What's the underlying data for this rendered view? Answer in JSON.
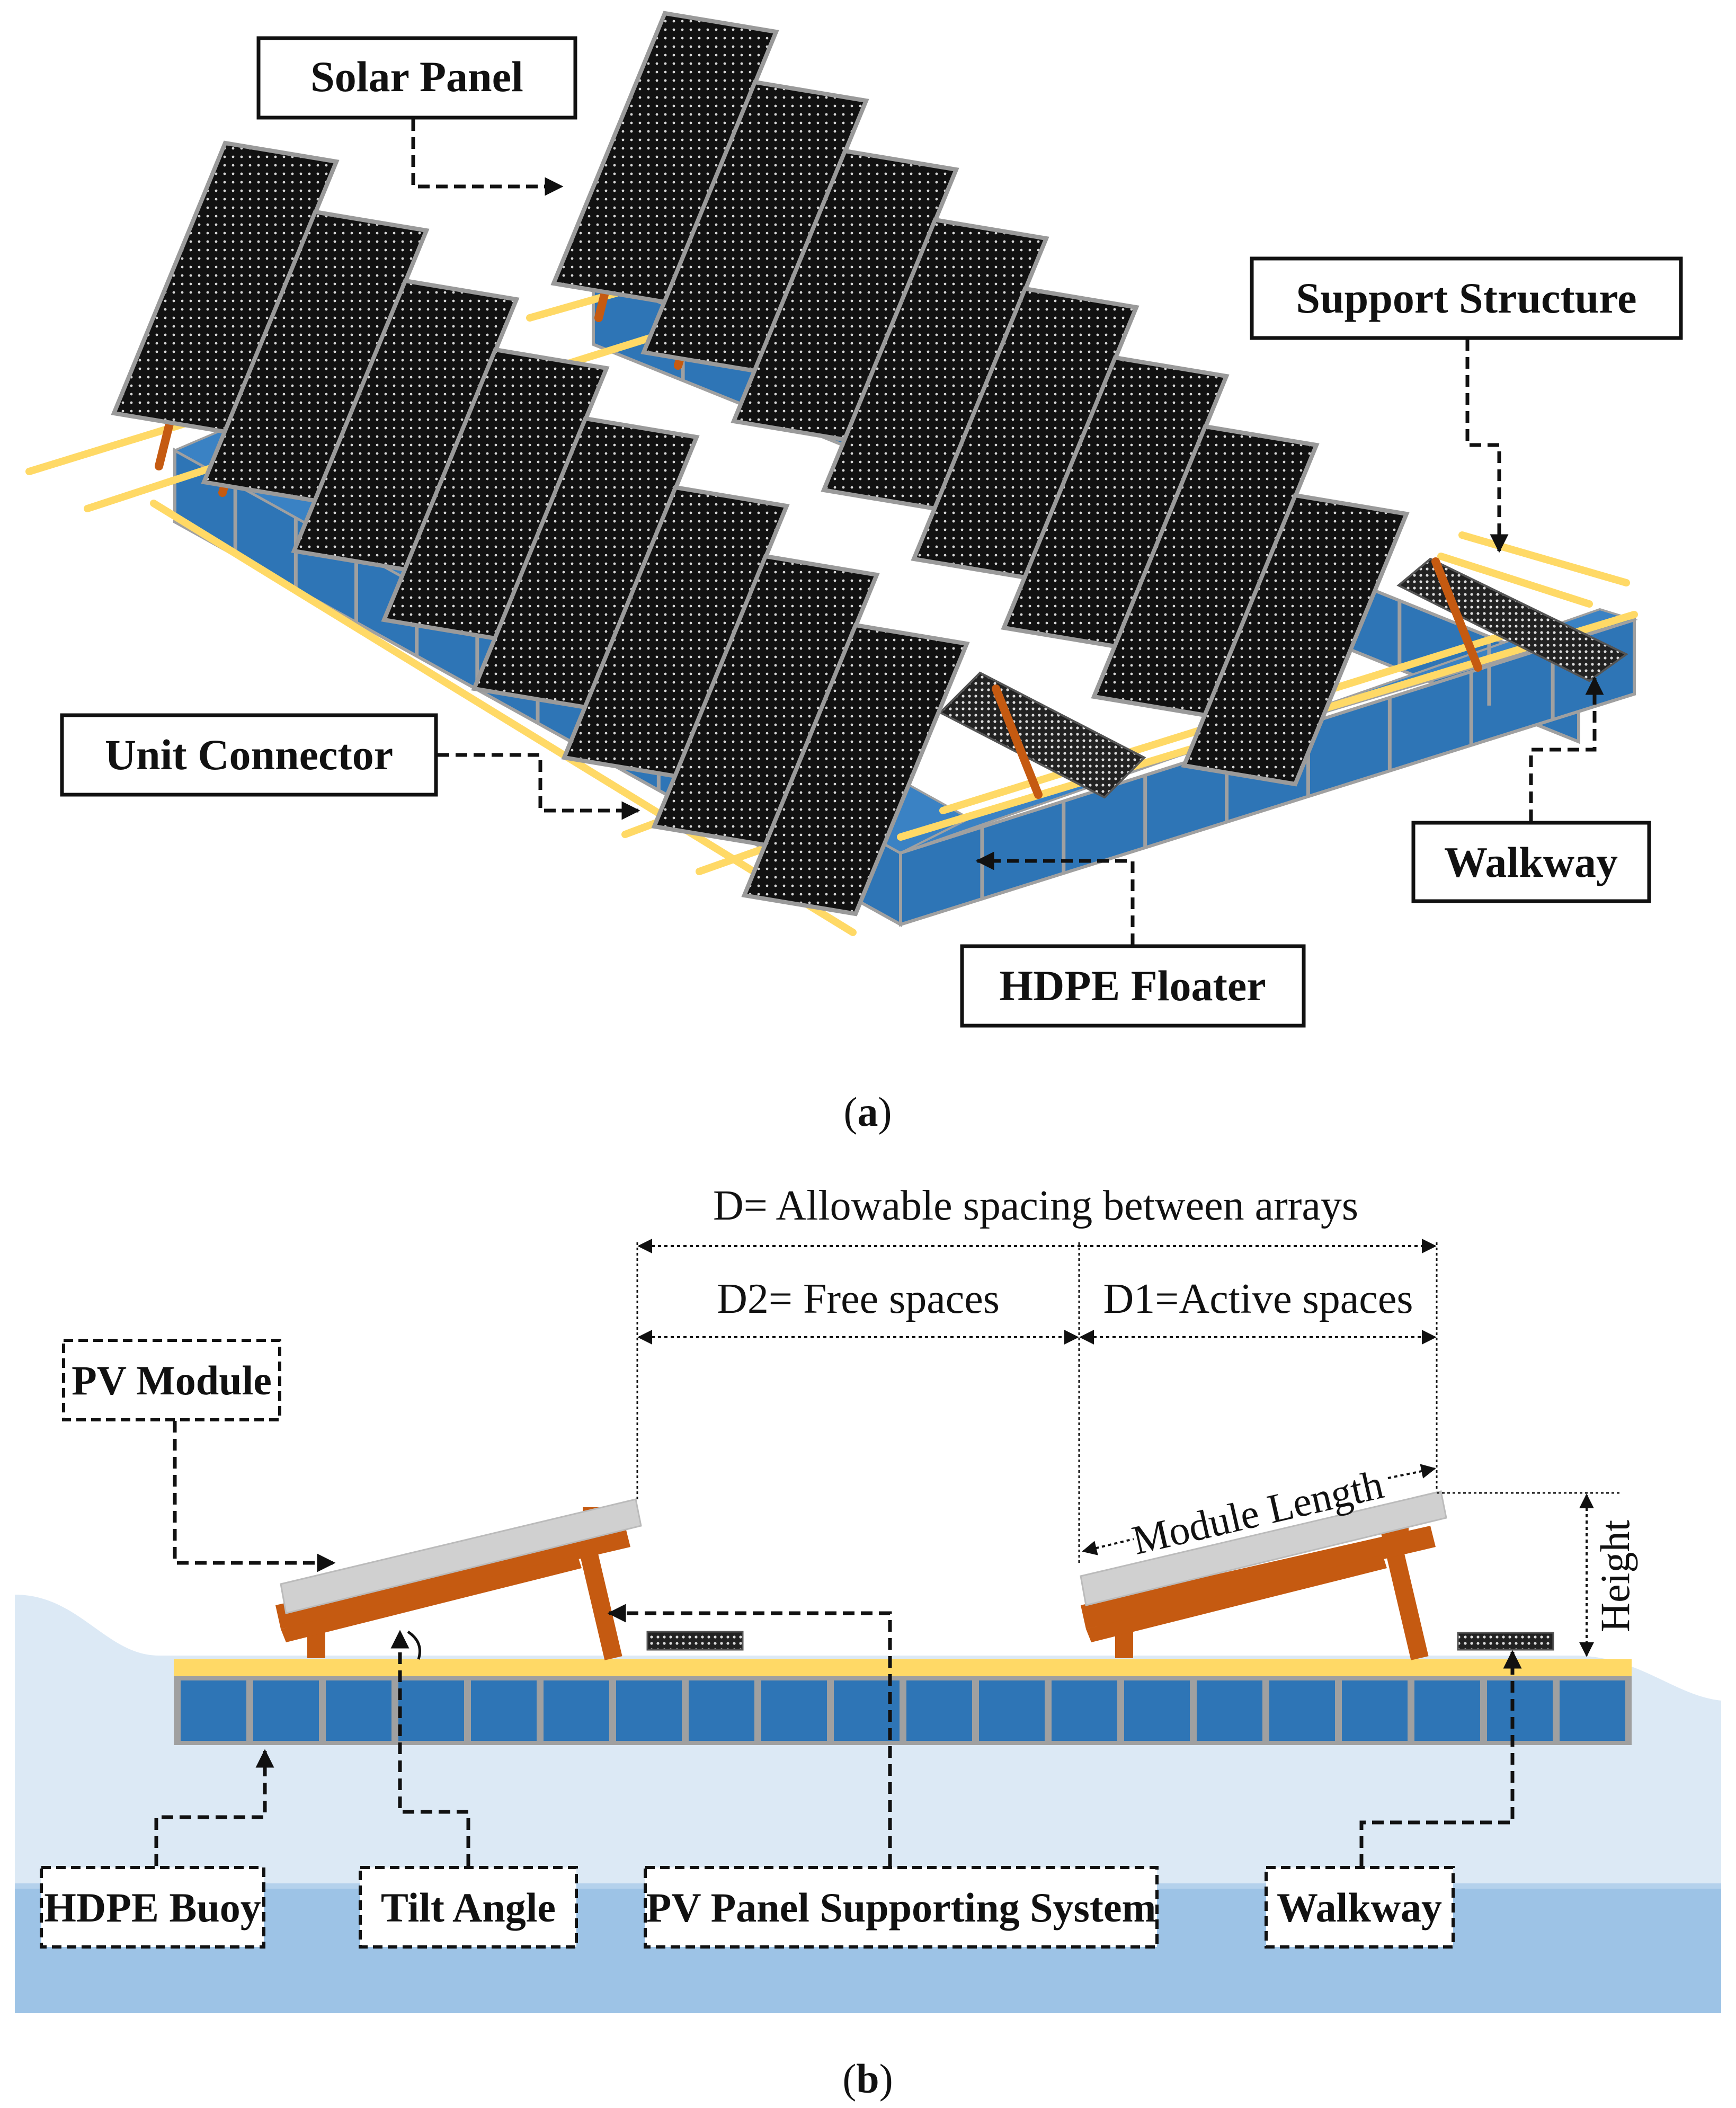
{
  "panel_a": {
    "labels": {
      "solar_panel": "Solar Panel",
      "support_structure": "Support Structure",
      "unit_connector": "Unit Connector",
      "walkway": "Walkway",
      "hdpe_floater": "HDPE Floater"
    },
    "caption_prefix": "(",
    "caption_letter": "a",
    "caption_suffix": ")"
  },
  "panel_b": {
    "dimensions": {
      "d": "D= Allowable spacing between arrays",
      "d2": "D2= Free spaces",
      "d1": "D1=Active spaces",
      "module_length": "Module Length",
      "height": "Height"
    },
    "labels": {
      "pv_module": "PV Module",
      "hdpe_buoy": "HDPE Buoy",
      "tilt_angle": "Tilt Angle",
      "supporting_system": "PV Panel Supporting System",
      "walkway": "Walkway"
    },
    "caption_prefix": "(",
    "caption_letter": "b",
    "caption_suffix": ")"
  },
  "colors": {
    "float_blue": "#2e75b6",
    "float_grey": "#a0a0a0",
    "connector_yellow": "#ffd966",
    "support_orange": "#c55a11",
    "panel_black": "#111111",
    "module_grey": "#d0d0d0",
    "water_light": "#dce9f5",
    "water_mid": "#c3d8ee",
    "water_deep": "#9dc3e6"
  }
}
